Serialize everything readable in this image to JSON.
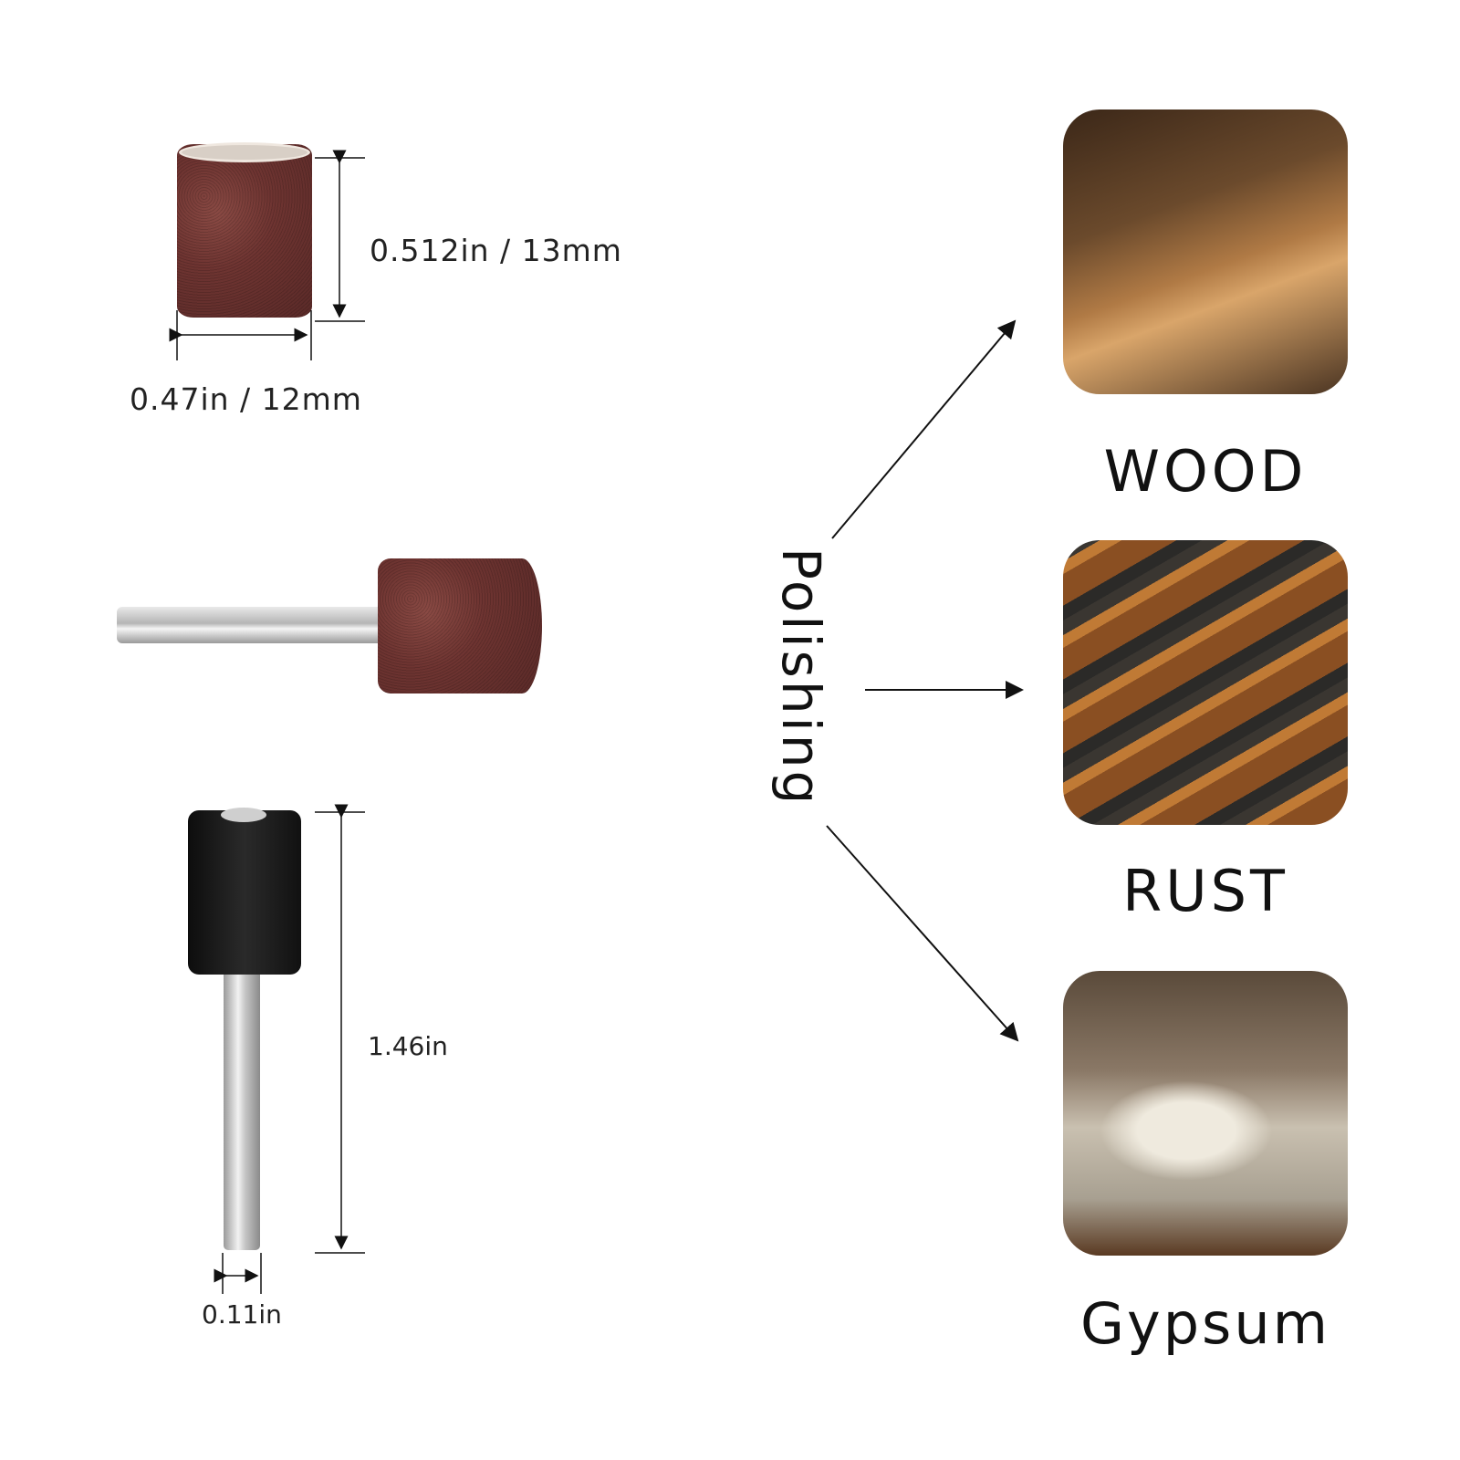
{
  "dimensions": {
    "sleeve_height": "0.512in / 13mm",
    "sleeve_diameter": "0.47in / 12mm",
    "mandrel_length": "1.46in",
    "shank_diameter": "0.11in"
  },
  "center_label": "Polishing",
  "materials": [
    {
      "label": "WOOD"
    },
    {
      "label": "RUST"
    },
    {
      "label": "Gypsum"
    }
  ],
  "colors": {
    "sleeve": "#6e3431",
    "rubber": "#1a1a1a",
    "arrow": "#111111"
  }
}
